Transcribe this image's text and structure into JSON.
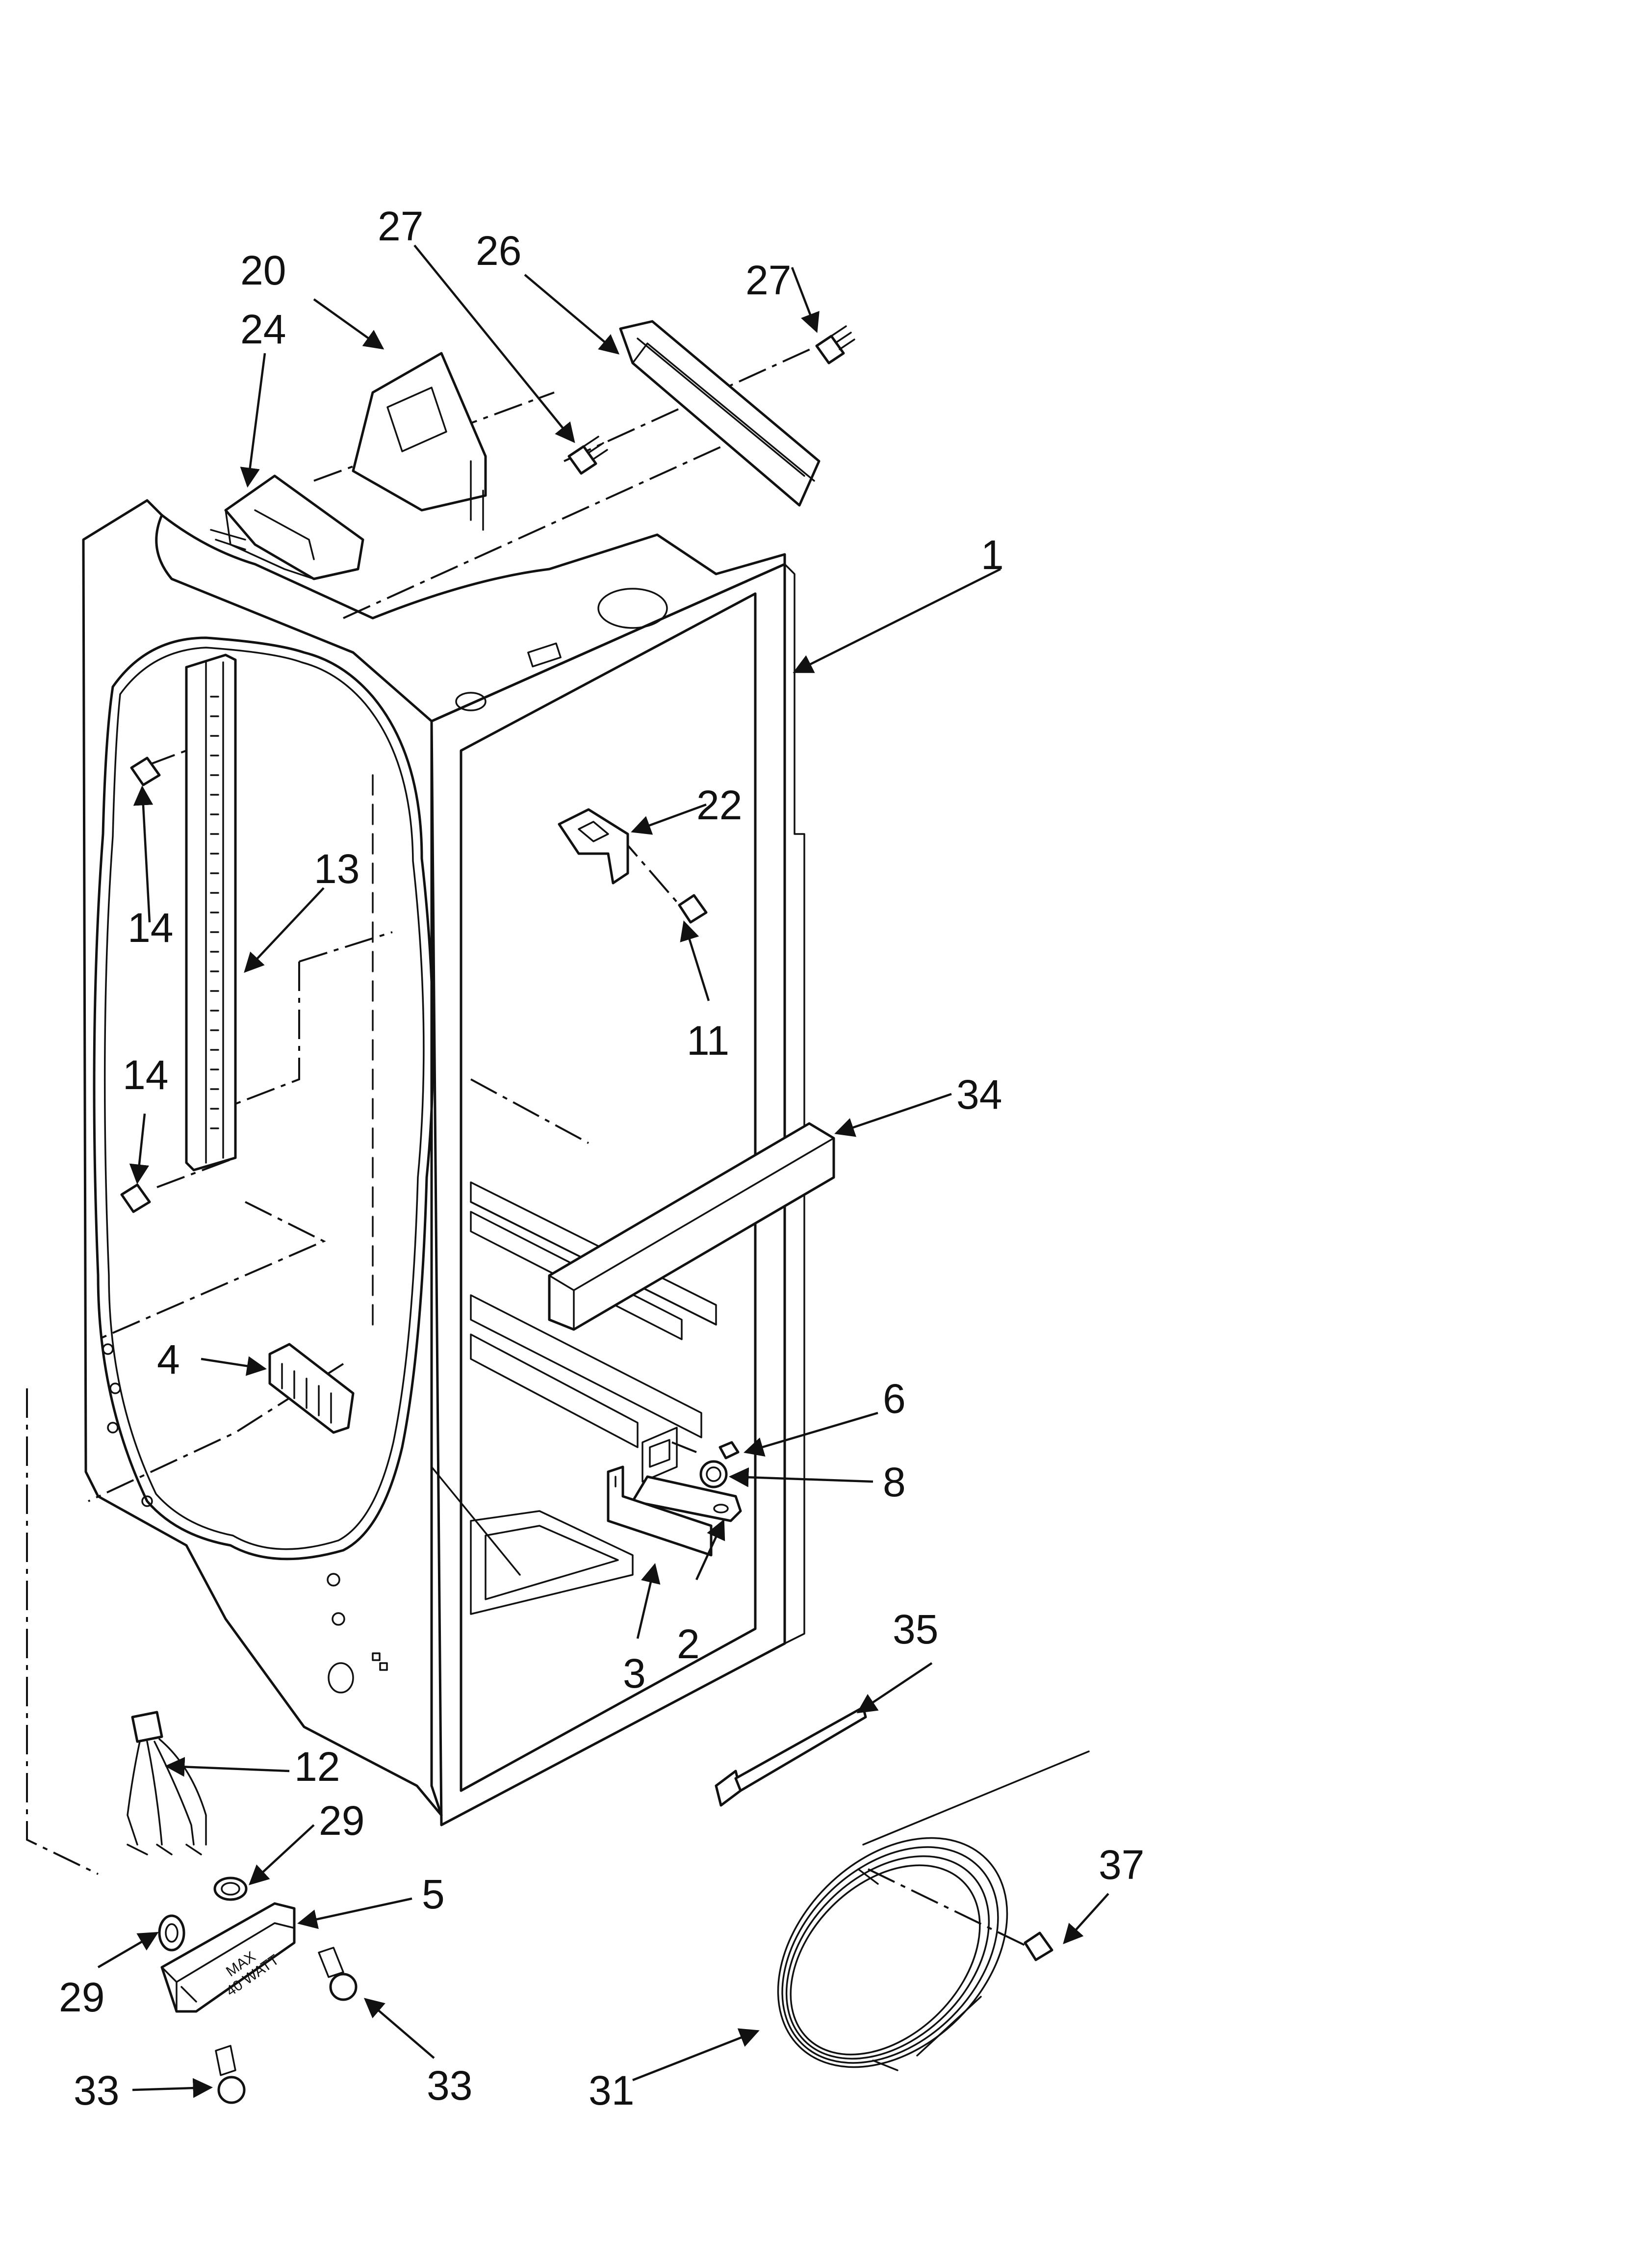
{
  "diagram": {
    "type": "exploded-parts-view",
    "callouts": {
      "c1": "1",
      "c2": "2",
      "c3": "3",
      "c4": "4",
      "c5": "5",
      "c6": "6",
      "c8": "8",
      "c11": "11",
      "c12": "12",
      "c13": "13",
      "c14a": "14",
      "c14b": "14",
      "c20": "20",
      "c22": "22",
      "c24": "24",
      "c26": "26",
      "c27a": "27",
      "c27b": "27",
      "c29a": "29",
      "c29b": "29",
      "c31": "31",
      "c33a": "33",
      "c33b": "33",
      "c34": "34",
      "c35": "35",
      "c37": "37"
    },
    "light_housing_marking": {
      "line1": "MAX",
      "line2": "40 WATT"
    }
  }
}
